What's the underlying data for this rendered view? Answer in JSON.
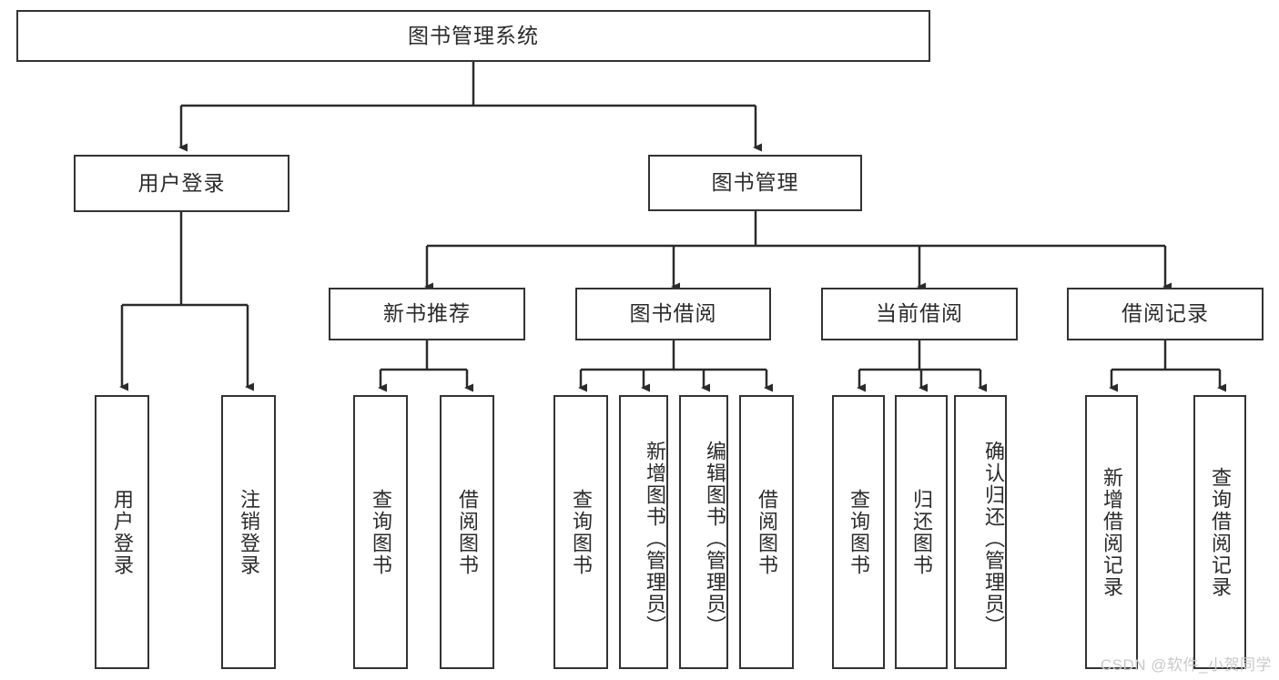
{
  "diagram": {
    "title": "图书管理系统",
    "type": "hierarchy-tree",
    "root": {
      "label": "图书管理系统"
    },
    "level2": [
      {
        "label": "用户登录"
      },
      {
        "label": "图书管理"
      }
    ],
    "level3": [
      {
        "label": "新书推荐"
      },
      {
        "label": "图书借阅"
      },
      {
        "label": "当前借阅"
      },
      {
        "label": "借阅记录"
      }
    ],
    "leaves": {
      "user_login": [
        {
          "label": "用户登录"
        },
        {
          "label": "注销登录"
        }
      ],
      "new_book_recommend": [
        {
          "label": "查询图书"
        },
        {
          "label": "借阅图书"
        }
      ],
      "book_borrow": [
        {
          "label": "查询图书"
        },
        {
          "label": "新增图书（管理员）"
        },
        {
          "label": "编辑图书（管理员）"
        },
        {
          "label": "借阅图书"
        }
      ],
      "current_borrow": [
        {
          "label": "查询图书"
        },
        {
          "label": "归还图书"
        },
        {
          "label": "确认归还（管理员）"
        }
      ],
      "borrow_record": [
        {
          "label": "新增借阅记录"
        },
        {
          "label": "查询借阅记录"
        }
      ]
    }
  },
  "watermark": {
    "text": "CSDN @软件_小贺同学"
  },
  "colors": {
    "border": "#333333",
    "text": "#2b2b2b",
    "background": "#ffffff",
    "watermark": "#c9c9c9"
  }
}
